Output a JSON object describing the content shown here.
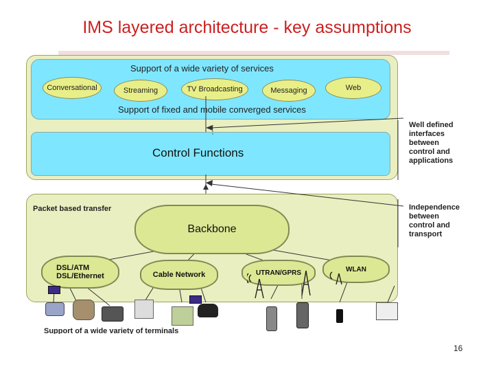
{
  "title": "IMS layered architecture - key assumptions",
  "services_layer": {
    "top_label": "Support of a wide variety of services",
    "bottom_label": "Support of fixed and mobile converged services",
    "services": [
      "Conversational",
      "Streaming",
      "TV Broadcasting",
      "Messaging",
      "Web"
    ]
  },
  "control_layer": {
    "label": "Control Functions"
  },
  "transport_layer": {
    "label": "Packet based transfer",
    "backbone": "Backbone",
    "access_networks": [
      "DSL/ATM\nDSL/Ethernet",
      "Cable Network",
      "UTRAN/GPRS",
      "WLAN"
    ],
    "terminals_label": "Support of a wide variety of terminals"
  },
  "annotations": [
    "Well defined\ninterfaces\nbetween\ncontrol and\napplications",
    "Independence\nbetween\ncontrol and\ntransport"
  ],
  "page_number": "16",
  "colors": {
    "title": "#cc1f1f",
    "services_bg": "#7fe6ff",
    "panel_bg": "#e9efc0",
    "cloud_bg": "#dde894"
  }
}
